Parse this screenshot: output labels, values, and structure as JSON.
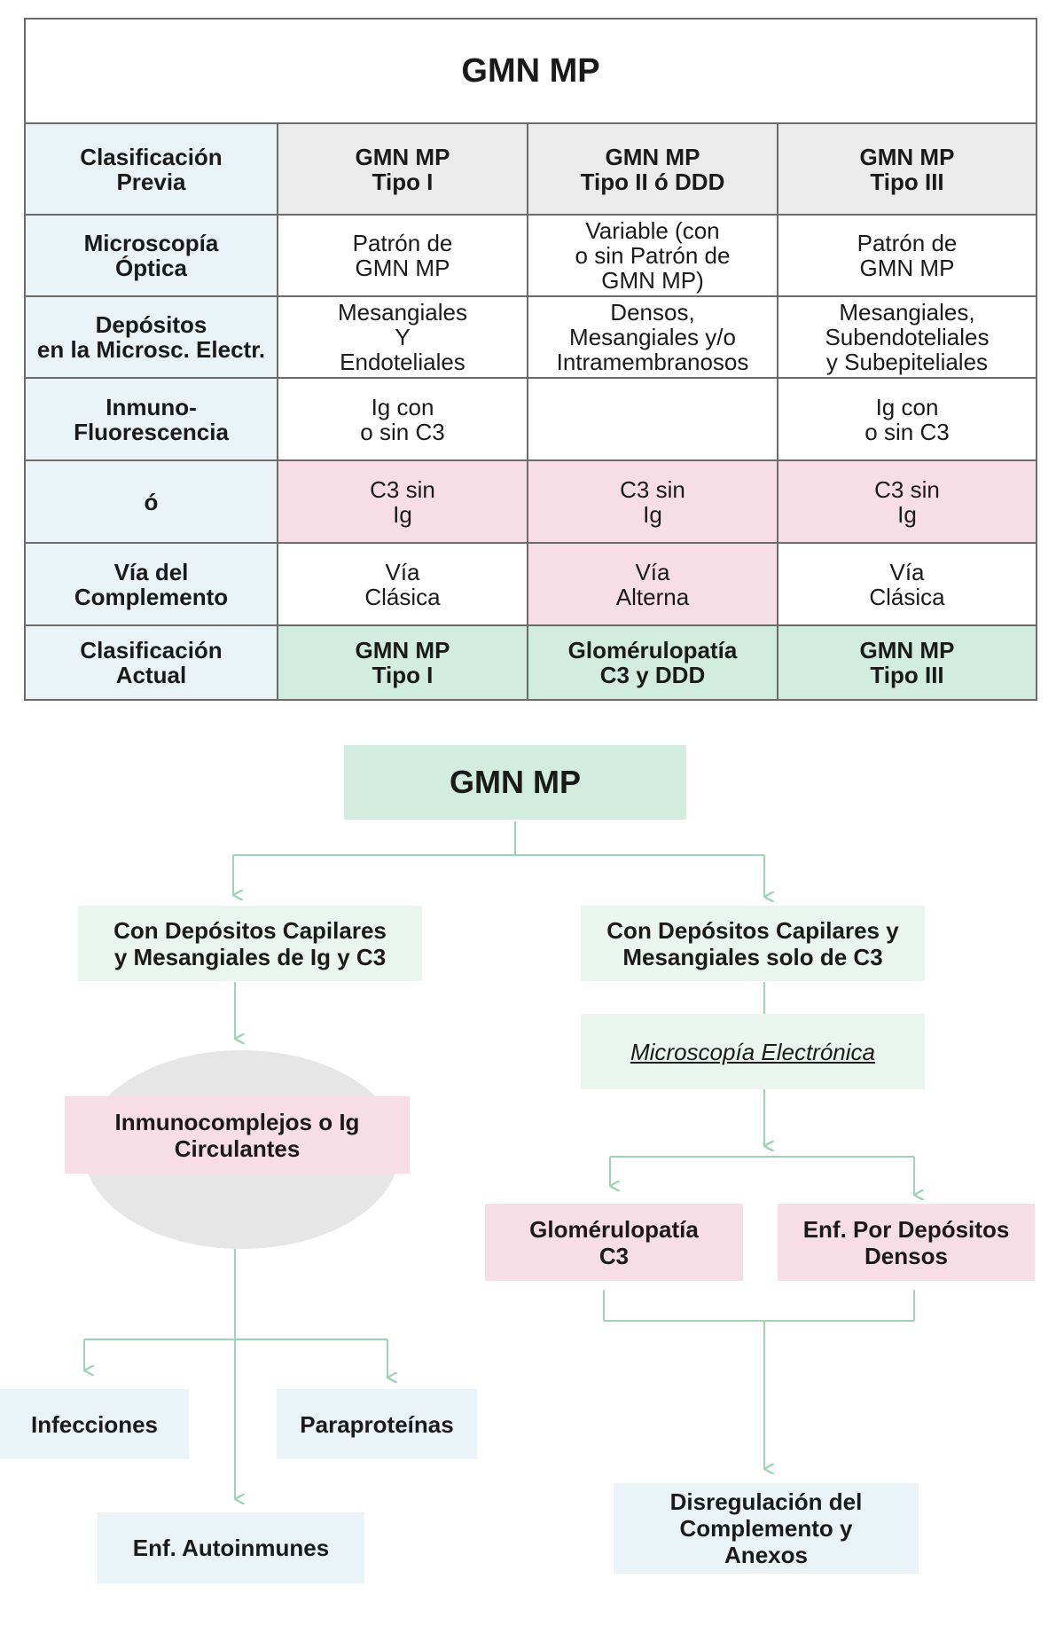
{
  "table": {
    "title": "GMN MP",
    "rows": [
      {
        "label": "Clasificación\nPrevia",
        "cells": [
          "GMN MP\nTipo I",
          "GMN MP\nTipo II ó DDD",
          "GMN MP\nTipo III"
        ]
      },
      {
        "label": "Microscopía\nÓptica",
        "cells": [
          "Patrón de\nGMN MP",
          "Variable (con\no sin Patrón de\nGMN MP)",
          "Patrón de\nGMN MP"
        ]
      },
      {
        "label": "Depósitos\nen la Microsc. Electr.",
        "cells": [
          "Mesangiales\nY\nEndoteliales",
          "Densos,\nMesangiales y/o\nIntramembranosos",
          "Mesangiales,\nSubendoteliales\ny Subepiteliales"
        ]
      },
      {
        "label": "Inmuno-\nFluorescencia",
        "cells": [
          "Ig con\no sin C3",
          "",
          "Ig con\no sin C3"
        ]
      },
      {
        "label": "ó",
        "cells": [
          "C3 sin\nIg",
          "C3 sin\nIg",
          "C3 sin\nIg"
        ]
      },
      {
        "label": "Vía del\nComplemento",
        "cells": [
          "Vía\nClásica",
          "Vía\nAlterna",
          "Vía\nClásica"
        ]
      },
      {
        "label": "Clasificación\nActual",
        "cells": [
          "GMN MP\nTipo I",
          "Glomérulopatía\nC3 y DDD",
          "GMN MP\nTipo III"
        ]
      }
    ]
  },
  "colors": {
    "header_gray": "#ebebeb",
    "label_blue": "#eaf4f8",
    "pink": "#f7dde5",
    "green": "#d3ece0",
    "arrow": "#9fd3b6"
  },
  "flow": {
    "root": "GMN MP",
    "left_branch": "Con Depósitos Capilares\ny Mesangiales de Ig y C3",
    "right_branch": "Con Depósitos Capilares y\nMesangiales solo de C3",
    "microscopy": "Microscopía Electrónica",
    "immuno": "Inmunocomplejos o Ig\nCirculantes",
    "infecciones": "Infecciones",
    "paraproteinas": "Paraproteínas",
    "autoinmunes": "Enf. Autoinmunes",
    "glomerulopatia": "Glomérulopatía\nC3",
    "densos": "Enf. Por Depósitos\nDensos",
    "disregulacion": "Disregulación del\nComplemento y\nAnexos"
  }
}
